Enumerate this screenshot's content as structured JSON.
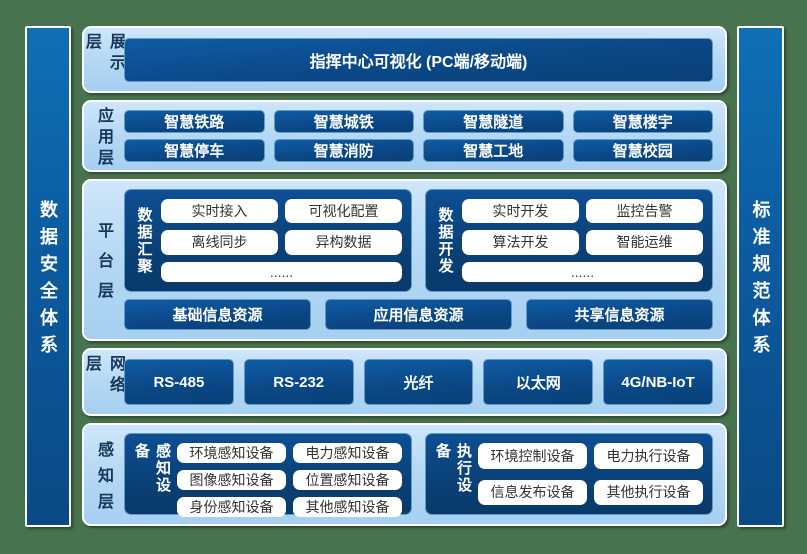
{
  "colors": {
    "background_green": "#48734F",
    "panel_light_blue": "#B4D8F4",
    "box_dark_blue": "#0B4887",
    "pillar_blue": "#0C5BA0",
    "white": "#FFFFFF"
  },
  "pillars": {
    "left": "数据安全体系",
    "right": "标准规范体系"
  },
  "layers": [
    {
      "label": "展示层",
      "box": "指挥中心可视化 (PC端/移动端)"
    },
    {
      "label": "应用层",
      "boxes": [
        "智慧铁路",
        "智慧城铁",
        "智慧隧道",
        "智慧楼宇",
        "智慧停车",
        "智慧消防",
        "智慧工地",
        "智慧校园"
      ]
    },
    {
      "label": "平台层",
      "groups": [
        {
          "label": "数据汇聚",
          "items": [
            "实时接入",
            "可视化配置",
            "离线同步",
            "异构数据",
            "......"
          ]
        },
        {
          "label": "数据开发",
          "items": [
            "实时开发",
            "监控告警",
            "算法开发",
            "智能运维",
            "......"
          ]
        }
      ],
      "resources": [
        "基础信息资源",
        "应用信息资源",
        "共享信息资源"
      ]
    },
    {
      "label": "网络层",
      "boxes": [
        "RS-485",
        "RS-232",
        "光纤",
        "以太网",
        "4G/NB-IoT"
      ]
    },
    {
      "label": "感知层",
      "groups": [
        {
          "label": "感知设备",
          "items": [
            "环境感知设备",
            "电力感知设备",
            "图像感知设备",
            "位置感知设备",
            "身份感知设备",
            "其他感知设备"
          ]
        },
        {
          "label": "执行设备",
          "items": [
            "环境控制设备",
            "电力执行设备",
            "信息发布设备",
            "其他执行设备"
          ]
        }
      ]
    }
  ]
}
